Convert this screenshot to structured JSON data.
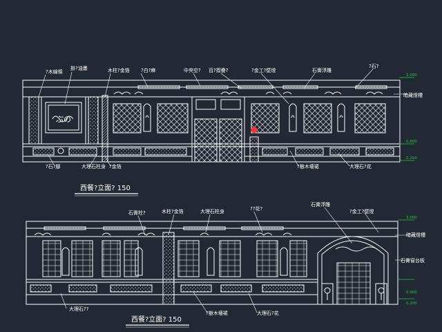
{
  "colors": {
    "background": "#222834",
    "line": "#ffffff",
    "dim": "#27c93f",
    "accent": "#ff3333"
  },
  "elevation_a": {
    "title": "西餐?立面? 150",
    "labels": {
      "wood_frame": "?木線條",
      "hang_painting": "掛?油畫",
      "wood_post": "木柱?金箔",
      "wall_paint": "?白?麻",
      "central_air": "中央空?",
      "blinds": "百?摺疊?",
      "gold_light": "?金工?壁燈",
      "stone_relief": "石膏浮雕",
      "stone_cap": "?石?",
      "hidden_light": "暗藏燈槽",
      "stone_base": "?石?腳",
      "marble_base": "大理石柱身",
      "gold_foil": "?金箔",
      "wood_panel": "?樹木墻裙",
      "marble_flower": "大理石?花"
    },
    "levels": [
      "3.000",
      "0.800",
      "0.200"
    ]
  },
  "elevation_b": {
    "title": "西餐?立面? 150",
    "labels": {
      "stone_post": "石膏柱?",
      "wood_post": "木柱?金箔",
      "marble_col": "大理石柱身",
      "flower": "??花?",
      "stone_relief": "石膏浮雕",
      "gold_light": "?金工?壁燈",
      "hidden_light": "暗藏燈槽",
      "stone_sill": "石膏窗台板",
      "marble": "大理石??",
      "wood_panel": "?樹木墻裙",
      "marble_flower": "大理石?花"
    },
    "levels": [
      "3.000",
      "0.900",
      "0.200"
    ]
  }
}
